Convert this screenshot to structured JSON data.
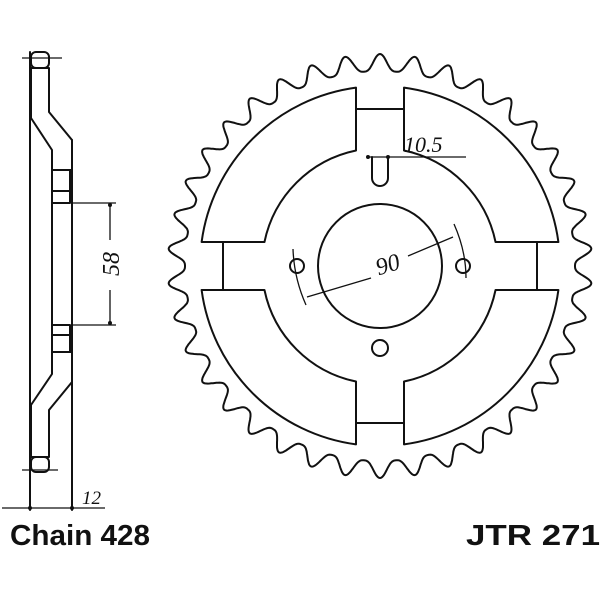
{
  "labels": {
    "chain": "Chain 428",
    "part_number": "JTR 271"
  },
  "dimensions": {
    "slot_width": "10.5",
    "bolt_circle": "90",
    "bore": "58",
    "thickness": "12"
  },
  "sprocket": {
    "teeth": 38
  },
  "colors": {
    "line": "#111111",
    "background": "#ffffff"
  }
}
